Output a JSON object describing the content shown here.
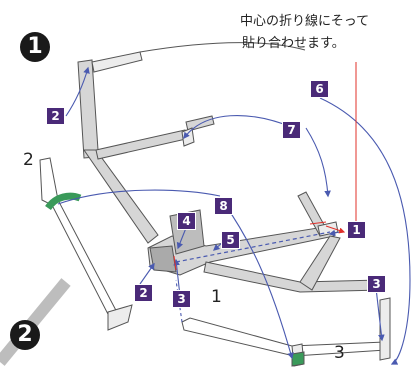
{
  "instruction": {
    "line1": "中心の折り線にそって",
    "line2": "貼り合わせます。"
  },
  "steps": [
    "1",
    "2"
  ],
  "part_badges": [
    "6",
    "2",
    "7",
    "8",
    "4",
    "5",
    "1",
    "2",
    "3",
    "3"
  ],
  "part_labels": [
    "2",
    "1",
    "3"
  ],
  "colors": {
    "part_fill": "#d6d6d6",
    "badge": "#4a2a78",
    "arrow_blue": "#4a5ab0",
    "guide_red": "#e0302a",
    "glue_green": "#3a9a5a"
  }
}
